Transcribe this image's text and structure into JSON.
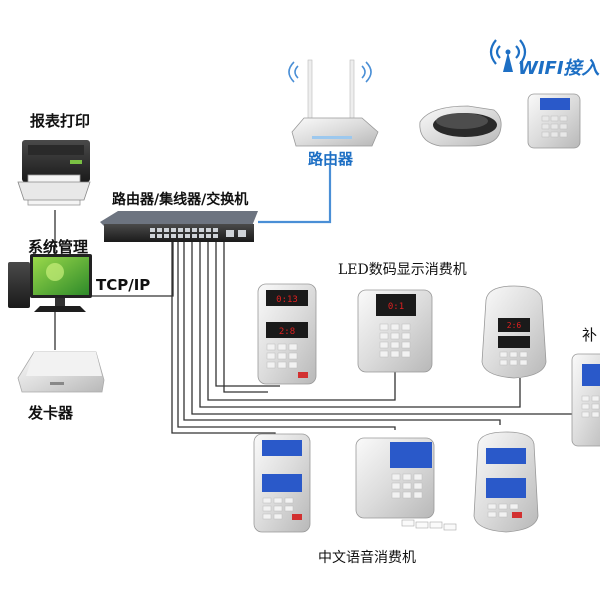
{
  "labels": {
    "print": "报表打印",
    "hub": "路由器/集线器/交换机",
    "sys_mgmt": "系统管理",
    "tcpip": "TCP/IP",
    "card_issuer": "发卡器",
    "router": "路由器",
    "wifi": "WIFI接入",
    "led": "LED数码显示消费机",
    "chinese_voice": "中文语音消费机",
    "supplement": "补"
  },
  "displays": {
    "led_1": "0:13",
    "led_2": "2:8",
    "led_3": "0:1",
    "led_4": "2:6"
  },
  "colors": {
    "line": "#333333",
    "blue_line": "#4a8fd6",
    "wifi_blue": "#1d6fc4",
    "led_red": "#e02020",
    "lcd_blue": "#2a59c9"
  }
}
